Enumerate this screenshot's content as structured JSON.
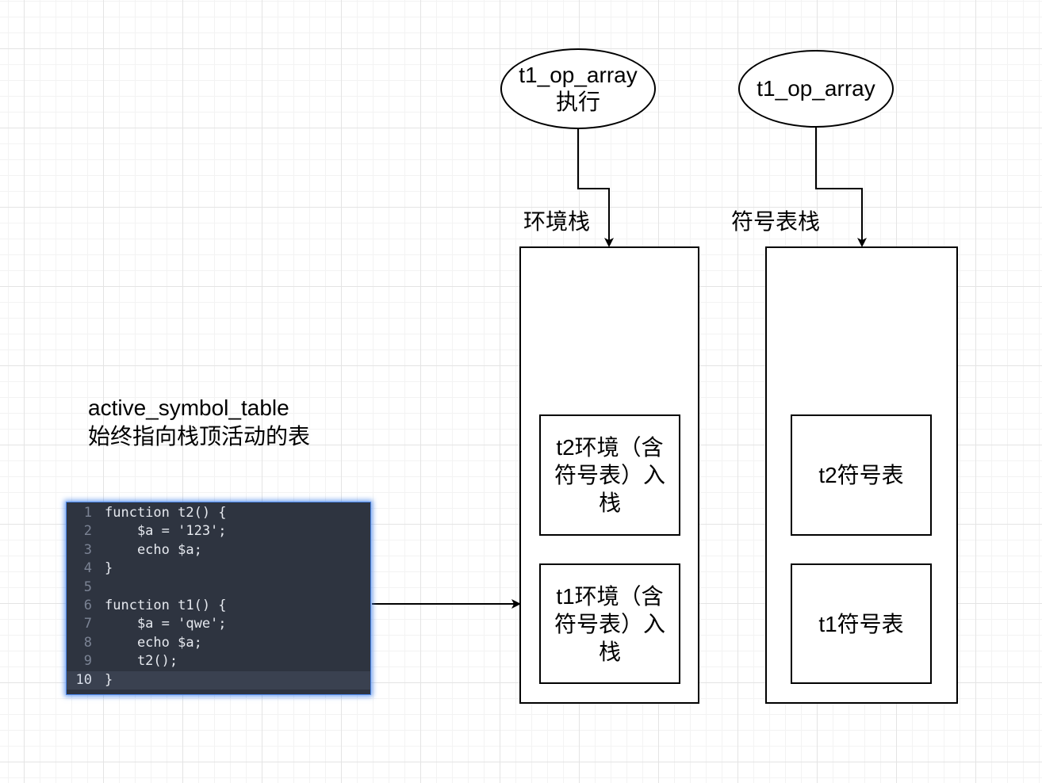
{
  "ellipses": {
    "executing": {
      "line1": "t1_op_array",
      "line2": "执行"
    },
    "plain": {
      "label": "t1_op_array"
    }
  },
  "stacks": {
    "env": {
      "label": "环境栈",
      "items": [
        {
          "text": "t2环境（含符号表）入栈"
        },
        {
          "text": "t1环境（含符号表）入栈"
        }
      ]
    },
    "symbol": {
      "label": "符号表栈",
      "items": [
        {
          "text": "t2符号表"
        },
        {
          "text": "t1符号表"
        }
      ]
    }
  },
  "note": {
    "line1": "active_symbol_table",
    "line2": "始终指向栈顶活动的表"
  },
  "code": {
    "lines": [
      {
        "num": "1",
        "text": "function t2() {"
      },
      {
        "num": "2",
        "text": "    $a = '123';"
      },
      {
        "num": "3",
        "text": "    echo $a;"
      },
      {
        "num": "4",
        "text": "}"
      },
      {
        "num": "5",
        "text": ""
      },
      {
        "num": "6",
        "text": "function t1() {"
      },
      {
        "num": "7",
        "text": "    $a = 'qwe';"
      },
      {
        "num": "8",
        "text": "    echo $a;"
      },
      {
        "num": "9",
        "text": "    t2();"
      },
      {
        "num": "10",
        "text": "}"
      }
    ],
    "current_line": "10"
  }
}
